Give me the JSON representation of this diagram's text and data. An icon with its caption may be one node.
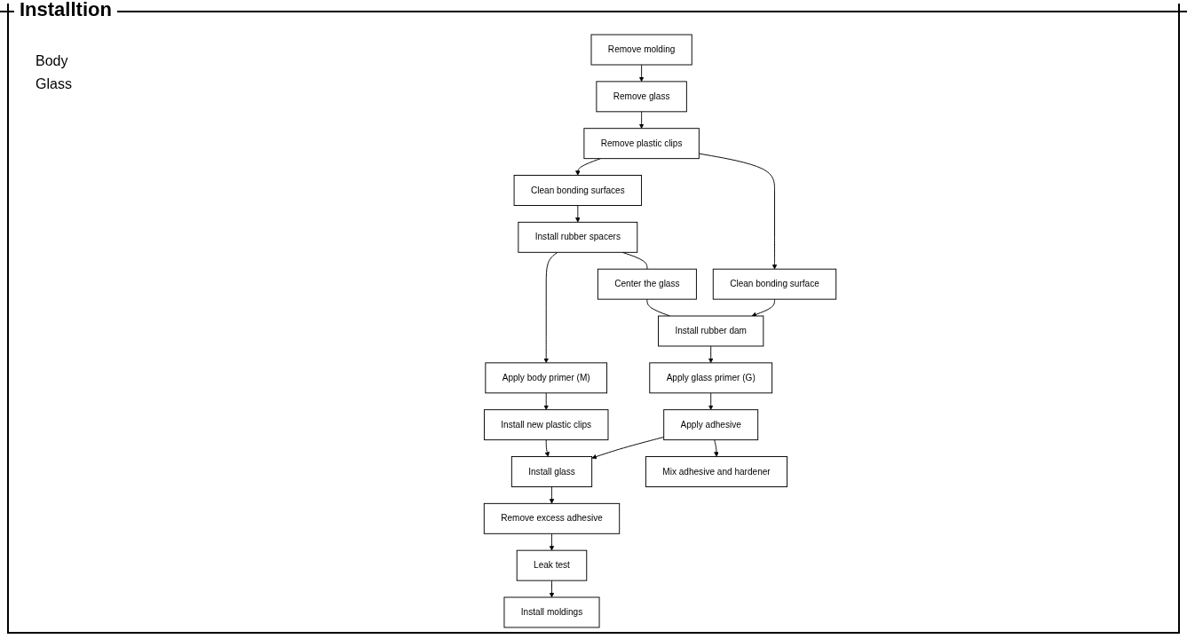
{
  "diagram": {
    "title": "Installtion",
    "nodes": [
      {
        "text": [
          "Remove molding"
        ]
      },
      {
        "text": [
          "Remove glass"
        ]
      },
      {
        "text": [
          "Remove plastic clips"
        ]
      },
      {
        "text": [
          "Clean bonding surfaces"
        ]
      },
      {
        "text": [
          "Install rubber spacers"
        ]
      },
      {
        "text": [
          "Center the glass"
        ]
      },
      {
        "text": [
          "Clean bonding surface"
        ]
      },
      {
        "text": [
          "Install rubber dam"
        ]
      },
      {
        "text": [
          "Apply body primer (M)"
        ]
      },
      {
        "text": [
          "Apply glass primer (G)"
        ]
      },
      {
        "text": [
          "Install new plastic clips"
        ]
      },
      {
        "text": [
          "Install glass"
        ]
      },
      {
        "text": [
          "Apply adhesive"
        ]
      },
      {
        "text": [
          "Mix adhesive and hardener"
        ]
      },
      {
        "text": [
          "Remove excess adhesive"
        ]
      },
      {
        "text": [
          "Leak test"
        ]
      },
      {
        "text": [
          "Install moldings"
        ]
      }
    ],
    "edges": [
      {
        "from": 0,
        "to": 1,
        "arrow": "to"
      },
      {
        "from": 1,
        "to": 2,
        "arrow": "to"
      },
      {
        "from": 2,
        "to": 3,
        "arrow": "to"
      },
      {
        "from": 2,
        "to": 6,
        "arrow": "to"
      },
      {
        "from": 3,
        "to": 4,
        "arrow": "to"
      },
      {
        "from": 4,
        "to": 5,
        "arrow": "none"
      },
      {
        "from": 5,
        "to": 7,
        "arrow": "none"
      },
      {
        "from": 6,
        "to": 7,
        "arrow": "to"
      },
      {
        "from": 4,
        "to": 8,
        "arrow": "to"
      },
      {
        "from": 7,
        "to": 9,
        "arrow": "to"
      },
      {
        "from": 8,
        "to": 10,
        "arrow": "to"
      },
      {
        "from": 10,
        "to": 11,
        "arrow": "to"
      },
      {
        "from": 9,
        "to": 12,
        "arrow": "to"
      },
      {
        "from": 12,
        "to": 11,
        "arrow": "to"
      },
      {
        "from": 12,
        "to": 13,
        "arrow": "to"
      },
      {
        "from": 11,
        "to": 14,
        "arrow": "to"
      },
      {
        "from": 14,
        "to": 15,
        "arrow": "to"
      },
      {
        "from": 15,
        "to": 16,
        "arrow": "to"
      }
    ],
    "labels": [
      "Body",
      "Glass"
    ]
  }
}
